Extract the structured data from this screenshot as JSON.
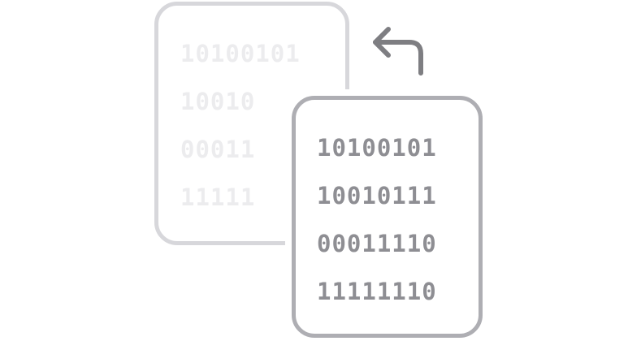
{
  "back_document": {
    "lines": [
      "10100101",
      "10010",
      "00011",
      "11111"
    ]
  },
  "front_document": {
    "lines": [
      "10100101",
      "10010111",
      "00011110",
      "11111110"
    ]
  },
  "icons": {
    "arrow": "undo-arrow-icon"
  },
  "colors": {
    "back_outline": "#d7d7db",
    "back_text": "#ececee",
    "front_outline": "#aeaeb3",
    "front_text": "#8e8e93",
    "arrow": "#7e7e82"
  }
}
